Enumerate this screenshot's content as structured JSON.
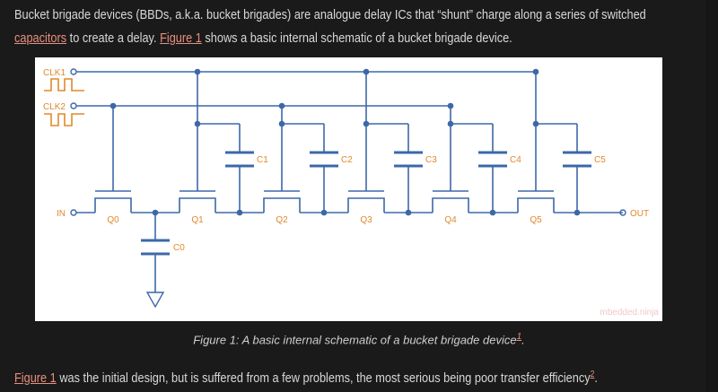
{
  "intro": {
    "text_a": "Bucket brigade devices (BBDs, a.k.a. bucket brigades) are analogue delay ICs that “shunt” charge along a series of switched ",
    "link_capacitors": "capacitors",
    "text_b": " to create a delay. ",
    "link_figure": "Figure 1",
    "text_c": " shows a basic internal schematic of a bucket brigade device."
  },
  "figure": {
    "labels": {
      "clk1": "CLK1",
      "clk2": "CLK2",
      "in": "IN",
      "out": "OUT"
    },
    "transistors": [
      "Q0",
      "Q1",
      "Q2",
      "Q3",
      "Q4",
      "Q5"
    ],
    "capacitors": [
      "C0",
      "C1",
      "C2",
      "C3",
      "C4",
      "C5"
    ],
    "watermark": "mbedded.ninja",
    "caption": "Figure 1: A basic internal schematic of a bucket brigade device",
    "caption_ref": "1",
    "colors": {
      "wire": "#3c68a8",
      "label": "#e0892c"
    }
  },
  "para2": {
    "link_figure": "Figure 1",
    "text": " was the initial design, but is suffered from a few problems, the most serious being poor transfer efficiency",
    "ref": "2"
  }
}
